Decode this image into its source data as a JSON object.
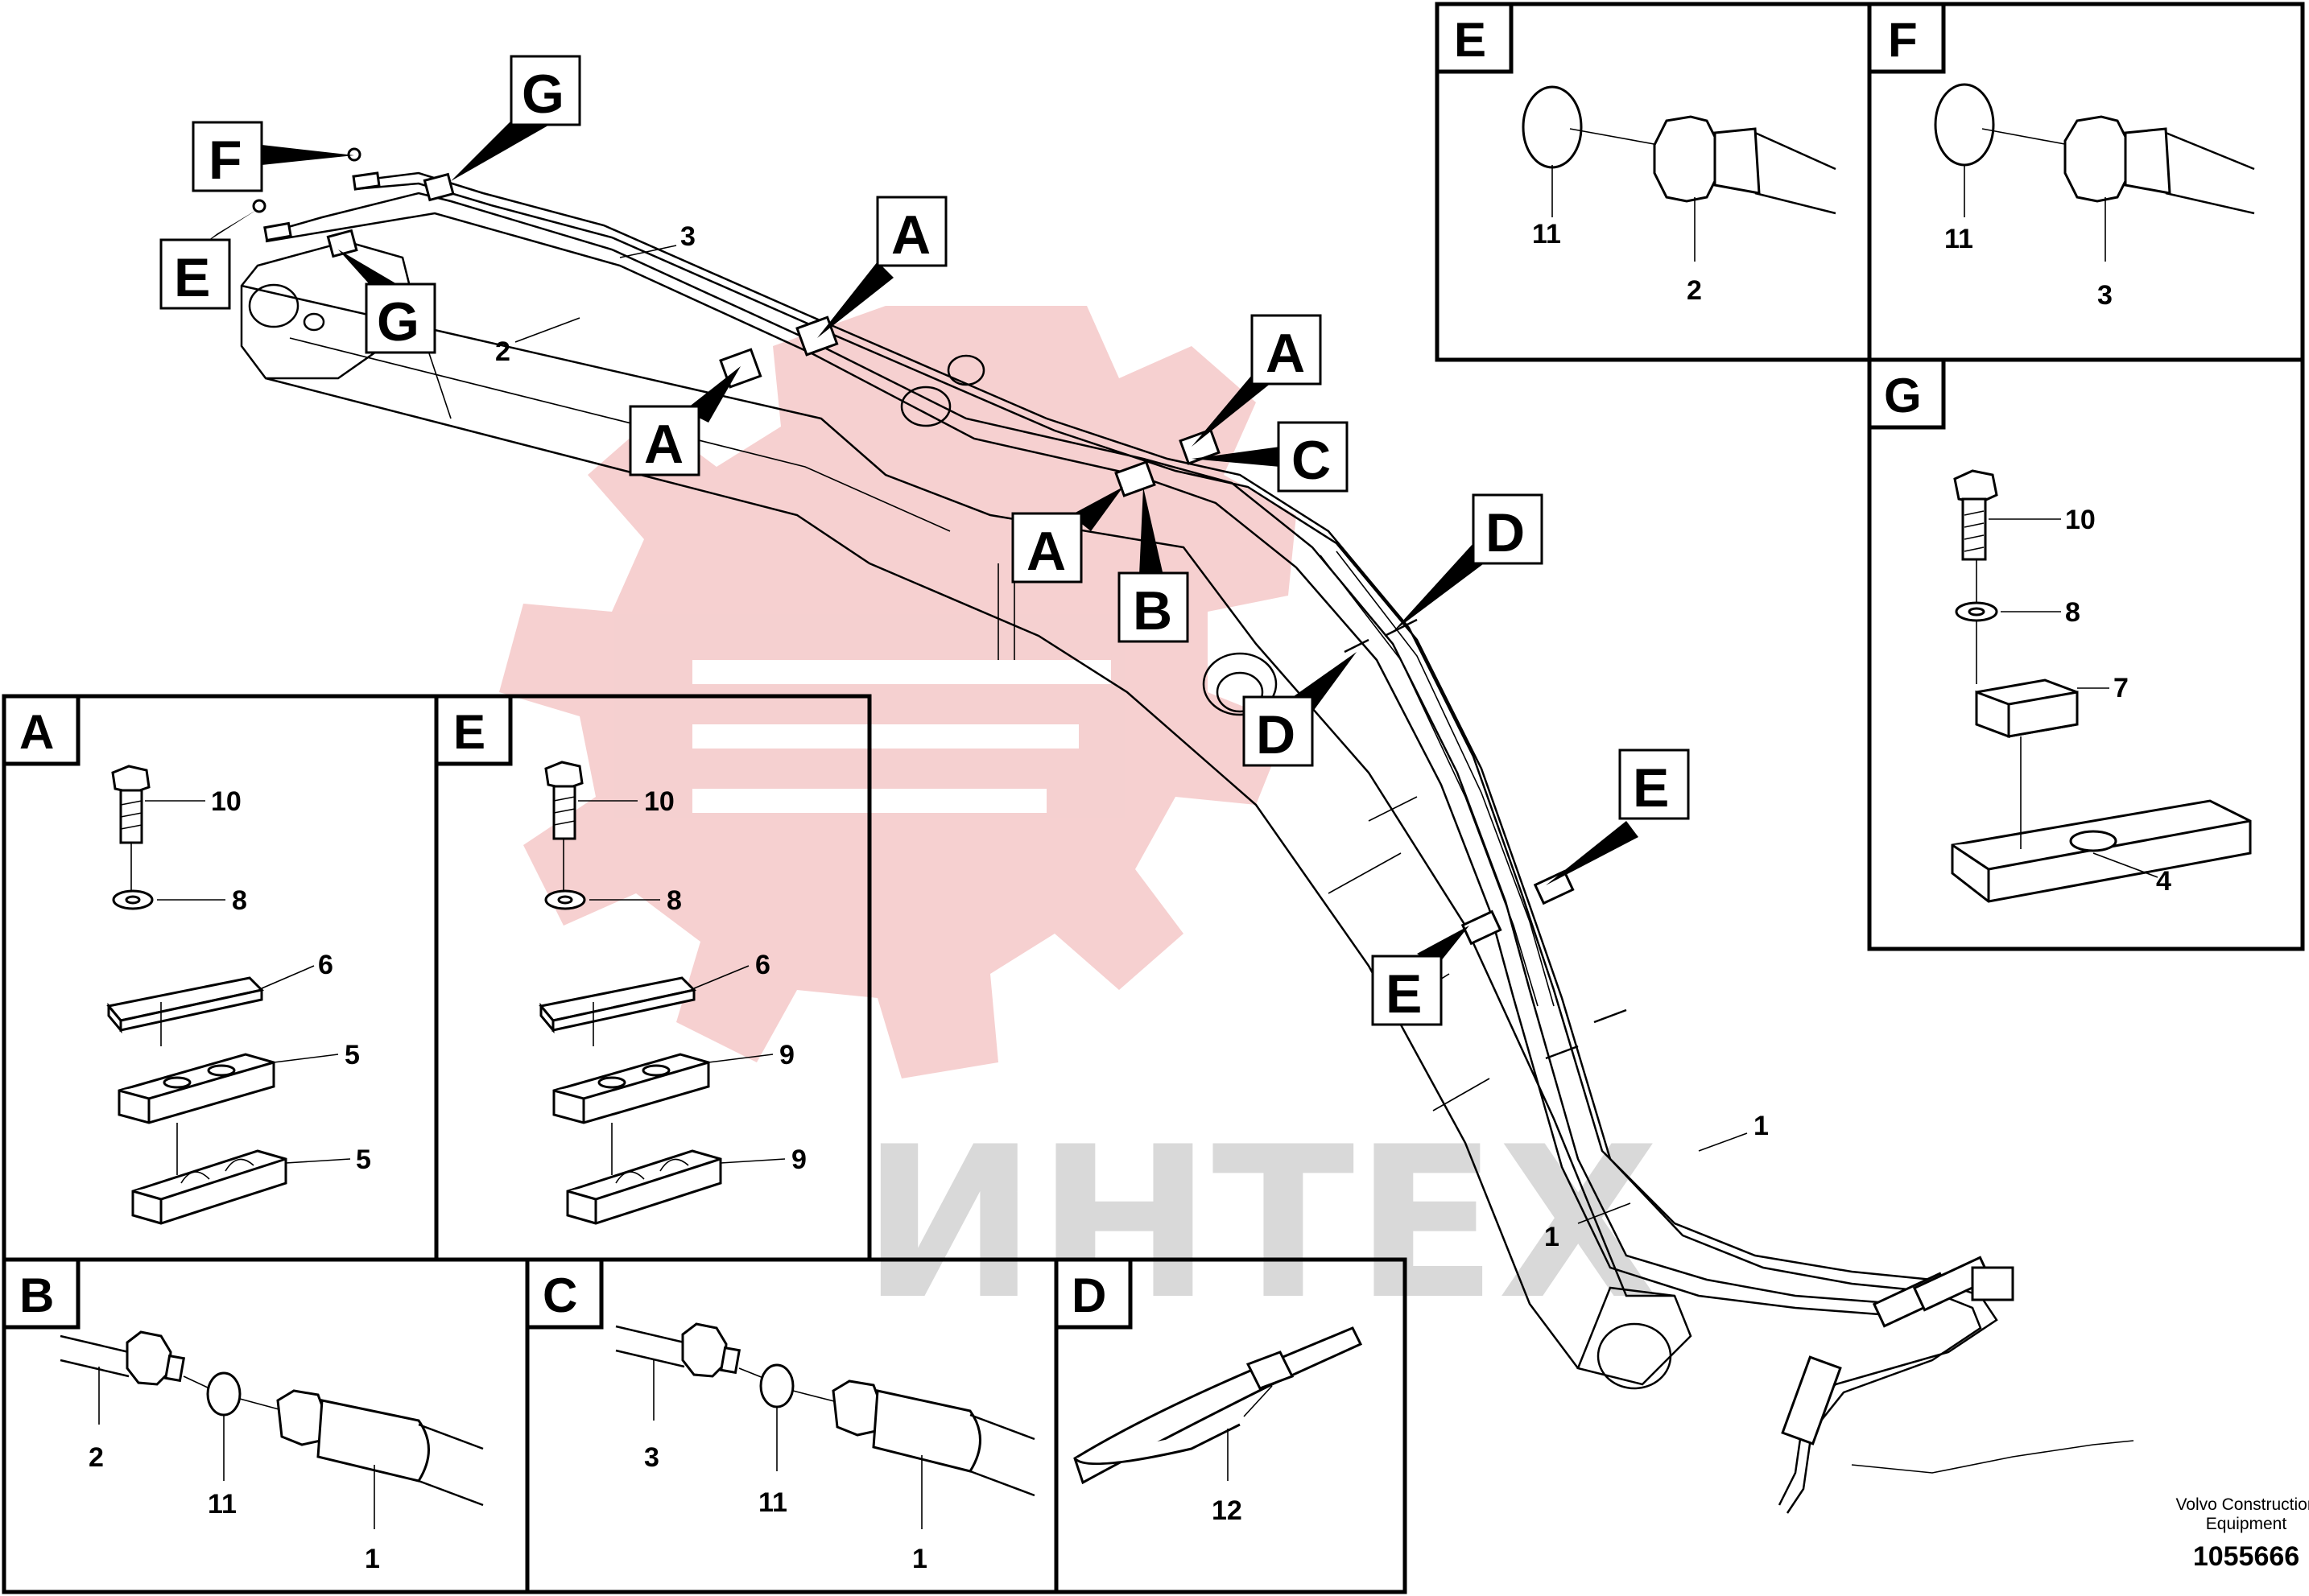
{
  "colors": {
    "ink": "#000000",
    "watermark_gear": "#f4c8c8",
    "watermark_text": "#d9d9d9",
    "paper": "#ffffff"
  },
  "watermark": {
    "text": "ИНТЕХ",
    "icon": "gear-logo-icon"
  },
  "brand": {
    "line1": "Volvo Construction",
    "line2": "Equipment",
    "doc_number": "1055666"
  },
  "main_view": {
    "callouts": {
      "A": "A",
      "B": "B",
      "C": "C",
      "D": "D",
      "E": "E",
      "F": "F",
      "G": "G"
    },
    "part_numbers": {
      "boom_hose": "1",
      "hose_2": "2",
      "hose_3": "3"
    }
  },
  "panels": {
    "A": {
      "tag": "A",
      "labels": {
        "bolt": "10",
        "washer": "8",
        "plate": "6",
        "clamp_upper": "5",
        "clamp_lower": "5"
      }
    },
    "E_left": {
      "tag": "E",
      "labels": {
        "bolt": "10",
        "washer": "8",
        "plate": "6",
        "clamp_upper": "9",
        "clamp_lower": "9"
      }
    },
    "B": {
      "tag": "B",
      "labels": {
        "pipe": "2",
        "oring": "11",
        "hose": "1"
      }
    },
    "C": {
      "tag": "C",
      "labels": {
        "pipe": "3",
        "oring": "11",
        "hose": "1"
      }
    },
    "D": {
      "tag": "D",
      "labels": {
        "tie": "12"
      }
    },
    "E_right": {
      "tag": "E",
      "labels": {
        "oring": "11",
        "nut": "2"
      }
    },
    "F": {
      "tag": "F",
      "labels": {
        "oring": "11",
        "nut": "3"
      }
    },
    "G": {
      "tag": "G",
      "labels": {
        "bolt": "10",
        "washer": "8",
        "clamp": "7",
        "plate": "4"
      }
    }
  }
}
